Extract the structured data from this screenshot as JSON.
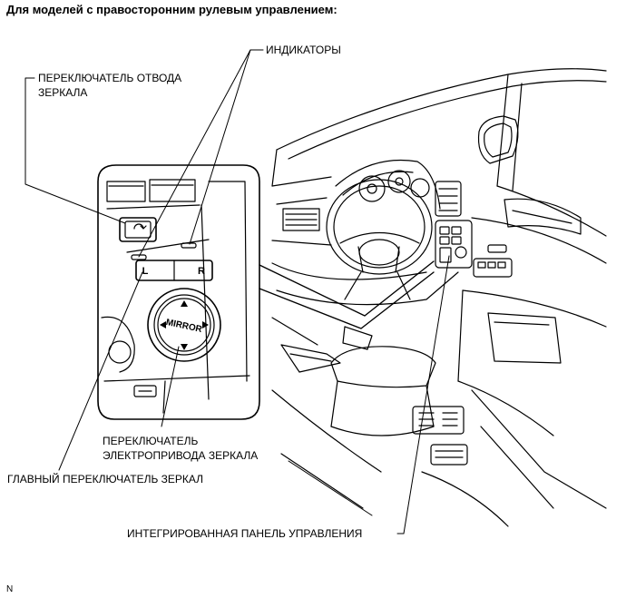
{
  "heading": "Для моделей с правосторонним рулевым управлением:",
  "labels": {
    "mirror_retract_switch": [
      "ПЕРЕКЛЮЧАТЕЛЬ ОТВОДА",
      "ЗЕРКАЛА"
    ],
    "indicators": "ИНДИКАТОРЫ",
    "mirror_power_switch": [
      "ПЕРЕКЛЮЧАТЕЛЬ",
      "ЭЛЕКТРОПРИВОДА ЗЕРКАЛА"
    ],
    "main_mirror_switch": "ГЛАВНЫЙ ПЕРЕКЛЮЧАТЕЛЬ ЗЕРКАЛ",
    "integrated_control_panel": "ИНТЕГРИРОВАННАЯ ПАНЕЛЬ УПРАВЛЕНИЯ"
  },
  "switch_markings": {
    "knob": "MIRROR",
    "left": "L",
    "right": "R"
  },
  "corner_mark": "N"
}
